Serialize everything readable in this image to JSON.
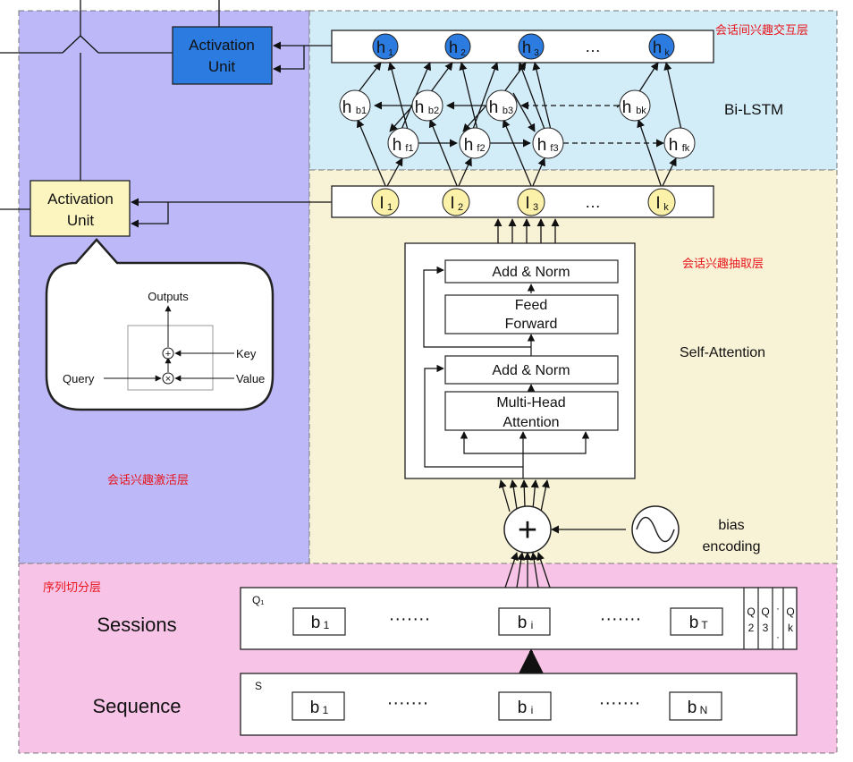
{
  "layers": {
    "activation_label": "会话兴趣激活层",
    "interaction_label": "会话间兴趣交互层",
    "extraction_label": "会话兴趣抽取层",
    "segmentation_label": "序列切分层"
  },
  "colors": {
    "activation_bg": "#bdb8f8",
    "interaction_bg": "#d2ecf8",
    "extraction_bg": "#f8f2d6",
    "segmentation_bg": "#f7c3e6",
    "activation_unit_top": "#2b7be0",
    "activation_unit_bottom": "#fcf5c0",
    "hidden_node_fill": "#2b7be0",
    "input_node_fill": "#fbf1a9",
    "layer_label_red": "#e8151b"
  },
  "activation_unit_top": {
    "line1": "Activation",
    "line2": "Unit"
  },
  "activation_unit_bottom": {
    "line1": "Activation",
    "line2": "Unit"
  },
  "callout": {
    "outputs": "Outputs",
    "key": "Key",
    "query": "Query",
    "value": "Value",
    "plus_symbol": "+",
    "times_symbol": "×"
  },
  "bilstm": {
    "label": "Bi-LSTM",
    "top_nodes": [
      {
        "main": "h",
        "sub": "1"
      },
      {
        "main": "h",
        "sub": "2"
      },
      {
        "main": "h",
        "sub": "3"
      },
      {
        "main": "h",
        "sub": "k"
      }
    ],
    "backward_nodes": [
      {
        "main": "h",
        "sub": "b1"
      },
      {
        "main": "h",
        "sub": "b2"
      },
      {
        "main": "h",
        "sub": "b3"
      },
      {
        "main": "h",
        "sub": "bk"
      }
    ],
    "forward_nodes": [
      {
        "main": "h",
        "sub": "f1"
      },
      {
        "main": "h",
        "sub": "f2"
      },
      {
        "main": "h",
        "sub": "f3"
      },
      {
        "main": "h",
        "sub": "fk"
      }
    ],
    "ellipsis": "…"
  },
  "interest_nodes": [
    {
      "main": "I",
      "sub": "1"
    },
    {
      "main": "I",
      "sub": "2"
    },
    {
      "main": "I",
      "sub": "3"
    },
    {
      "main": "I",
      "sub": "k"
    }
  ],
  "interest_ellipsis": "…",
  "transformer": {
    "label": "Self-Attention",
    "add_norm_top": "Add & Norm",
    "feed_forward_line1": "Feed",
    "feed_forward_line2": "Forward",
    "add_norm_bottom": "Add & Norm",
    "mha_line1": "Multi-Head",
    "mha_line2": "Attention"
  },
  "bias": {
    "line1": "bias",
    "line2": "encoding",
    "plus_symbol": "+"
  },
  "sessions": {
    "label": "Sessions",
    "tag": "Q₁",
    "items": [
      {
        "main": "b",
        "sub": "1"
      },
      {
        "main": "b",
        "sub": "i"
      },
      {
        "main": "b",
        "sub": "T"
      }
    ],
    "dots": "·······",
    "q_columns": [
      {
        "top": "Q",
        "bottom": "2"
      },
      {
        "top": "Q",
        "bottom": "3"
      },
      {
        "top": "·",
        "bottom": "·"
      },
      {
        "top": "Q",
        "bottom": "k"
      }
    ]
  },
  "sequence": {
    "label": "Sequence",
    "tag": "S",
    "items": [
      {
        "main": "b",
        "sub": "1"
      },
      {
        "main": "b",
        "sub": "i"
      },
      {
        "main": "b",
        "sub": "N"
      }
    ],
    "dots": "·······"
  }
}
